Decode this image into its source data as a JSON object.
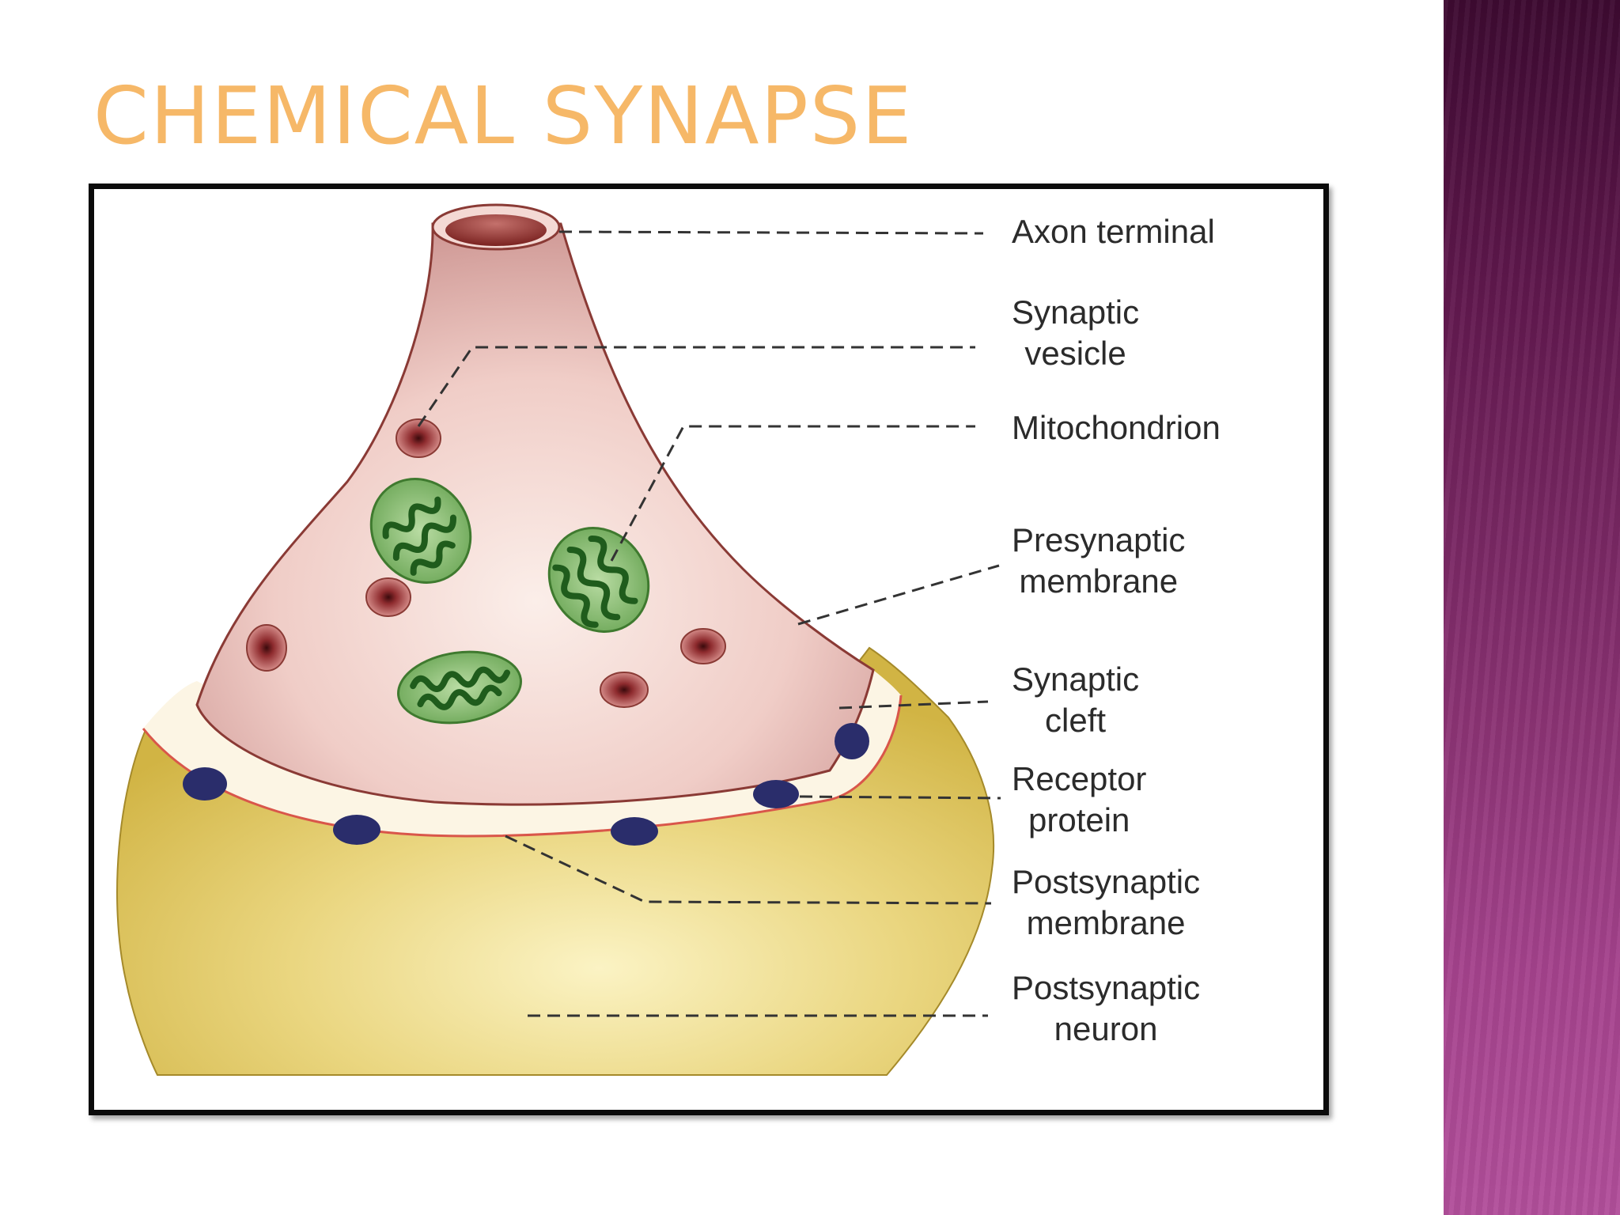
{
  "slide": {
    "title": "Chemical Synapse",
    "accent_color": "#f6b868",
    "side_band_color": "#86306f"
  },
  "diagram": {
    "labels": {
      "axon_terminal": "Axon terminal",
      "synaptic_vesicle": [
        "Synaptic",
        "vesicle"
      ],
      "mitochondrion": "Mitochondrion",
      "presynaptic_membrane": [
        "Presynaptic",
        "membrane"
      ],
      "synaptic_cleft": [
        "Synaptic",
        "cleft"
      ],
      "receptor_protein": [
        "Receptor",
        "protein"
      ],
      "postsynaptic_membrane": [
        "Postsynaptic",
        "membrane"
      ],
      "postsynaptic_neuron": [
        "Postsynaptic",
        "neuron"
      ]
    },
    "colors": {
      "presynaptic_fill": "#e8b9b4",
      "postsynaptic_fill": "#e6cf6a",
      "vesicle_fill": "#8e2b2e",
      "mitochondrion_fill": "#8fc27a",
      "receptor_fill": "#2a2d6b"
    }
  }
}
